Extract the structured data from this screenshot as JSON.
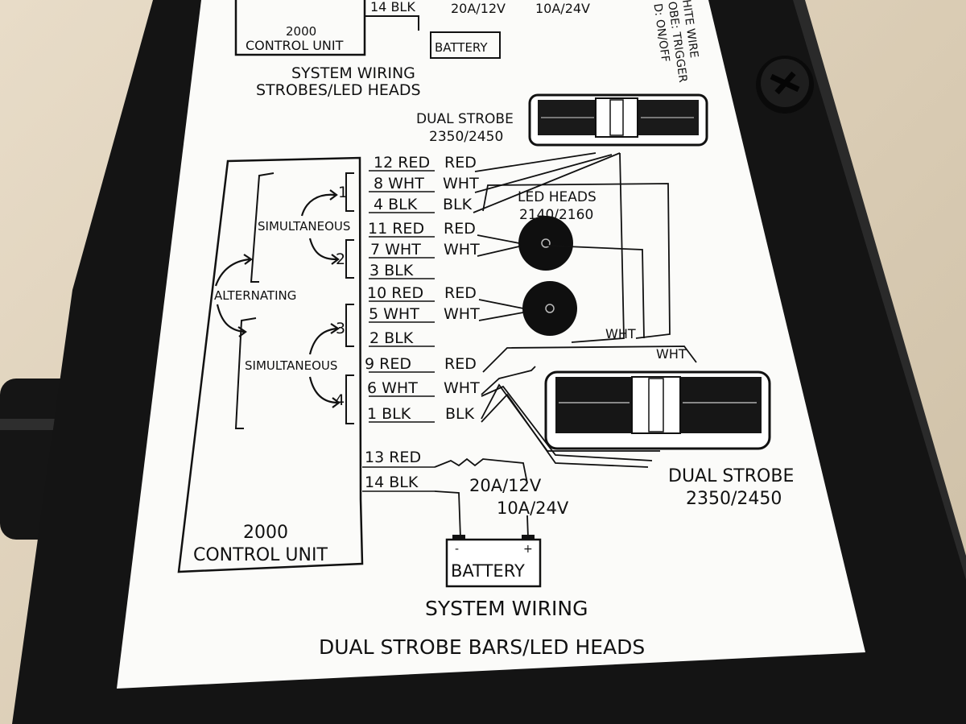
{
  "top_section": {
    "blk_label": "14 BLK",
    "fuse_12v": "20A/12V",
    "fuse_24v": "10A/24V",
    "battery_label": "BATTERY",
    "control_unit_number": "2000",
    "control_unit_label": "CONTROL UNIT",
    "title_line1": "SYSTEM WIRING",
    "title_line2": "STROBES/LED HEADS",
    "side_note1": "HITE WIRE",
    "side_note2": "OBE: TRIGGER",
    "side_note3": "D: ON/OFF"
  },
  "strobe_top": {
    "label": "DUAL STROBE",
    "model": "2350/2450"
  },
  "led_heads": {
    "label": "LED HEADS",
    "model": "2140/2160"
  },
  "strobe_bottom": {
    "label": "DUAL STROBE",
    "model": "2350/2450"
  },
  "terminals": [
    {
      "pin": "12",
      "color": "RED",
      "wire": "RED"
    },
    {
      "pin": "8",
      "color": "WHT",
      "wire": "WHT"
    },
    {
      "pin": "4",
      "color": "BLK",
      "wire": "BLK"
    },
    {
      "pin": "11",
      "color": "RED",
      "wire": "RED"
    },
    {
      "pin": "7",
      "color": "WHT",
      "wire": "WHT"
    },
    {
      "pin": "3",
      "color": "BLK",
      "wire": ""
    },
    {
      "pin": "10",
      "color": "RED",
      "wire": "RED"
    },
    {
      "pin": "5",
      "color": "WHT",
      "wire": "WHT"
    },
    {
      "pin": "2",
      "color": "BLK",
      "wire": ""
    },
    {
      "pin": "9",
      "color": "RED",
      "wire": "RED"
    },
    {
      "pin": "6",
      "color": "WHT",
      "wire": "WHT"
    },
    {
      "pin": "1",
      "color": "BLK",
      "wire": "BLK"
    }
  ],
  "power": [
    {
      "pin": "13",
      "color": "RED"
    },
    {
      "pin": "14",
      "color": "BLK"
    }
  ],
  "groups": [
    "1",
    "2",
    "3",
    "4"
  ],
  "modes": {
    "simultaneous_1": "SIMULTANEOUS",
    "alternating": "ALTERNATING",
    "simultaneous_2": "SIMULTANEOUS"
  },
  "wht_label_1": "WHT",
  "wht_label_2": "WHT",
  "fuse_12v": "20A/12V",
  "fuse_24v": "10A/24V",
  "battery_label": "BATTERY",
  "control_unit_number": "2000",
  "control_unit_label": "CONTROL UNIT",
  "title_line1": "SYSTEM WIRING",
  "title_line2": "DUAL STROBE BARS/LED HEADS"
}
